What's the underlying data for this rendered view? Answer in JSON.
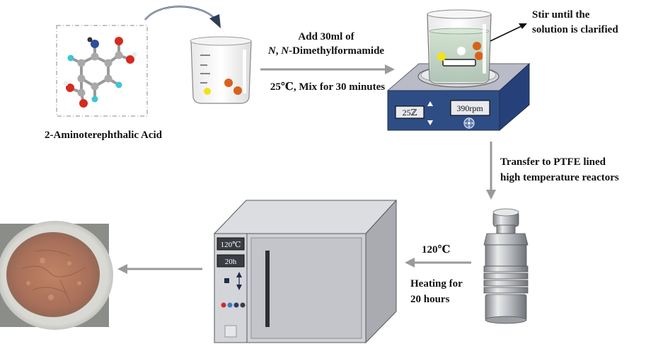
{
  "molecule": {
    "name": "2-Aminoterephthalic Acid"
  },
  "step1": {
    "line1": "Add 30ml of",
    "line2_italic_a": "N",
    "line2_sep": ", ",
    "line2_italic_b": "N",
    "line2_rest": "-Dimethylformamide",
    "line3": "25℃, Mix for 30 minutes"
  },
  "stirrer": {
    "note_line1": "Stir until the",
    "note_line2": "solution is clarified",
    "temp_display": "25ℤ",
    "speed_display": "390rpm"
  },
  "step2": {
    "line1": "Transfer to PTFE lined",
    "line2": "high temperature reactors"
  },
  "step3": {
    "temp": "120℃",
    "line1": "Heating for",
    "line2": "20 hours"
  },
  "oven": {
    "temp_display": "120℃",
    "time_display": "20h"
  },
  "colors": {
    "arrow": "#9a9a9a",
    "device_blue": "#2d4f86",
    "device_top": "#b8bcc8",
    "oven_body": "#c9cbd0",
    "oven_dark": "#3a3d44",
    "powder": "#b47a5c",
    "orange_bead": "#d8621d",
    "yellow_bead": "#f2e21a"
  },
  "icons": [
    "curved-arrow-icon",
    "right-arrow-icon",
    "down-arrow-icon",
    "left-arrow-icon",
    "up-down-arrow-icon",
    "fan-icon"
  ]
}
